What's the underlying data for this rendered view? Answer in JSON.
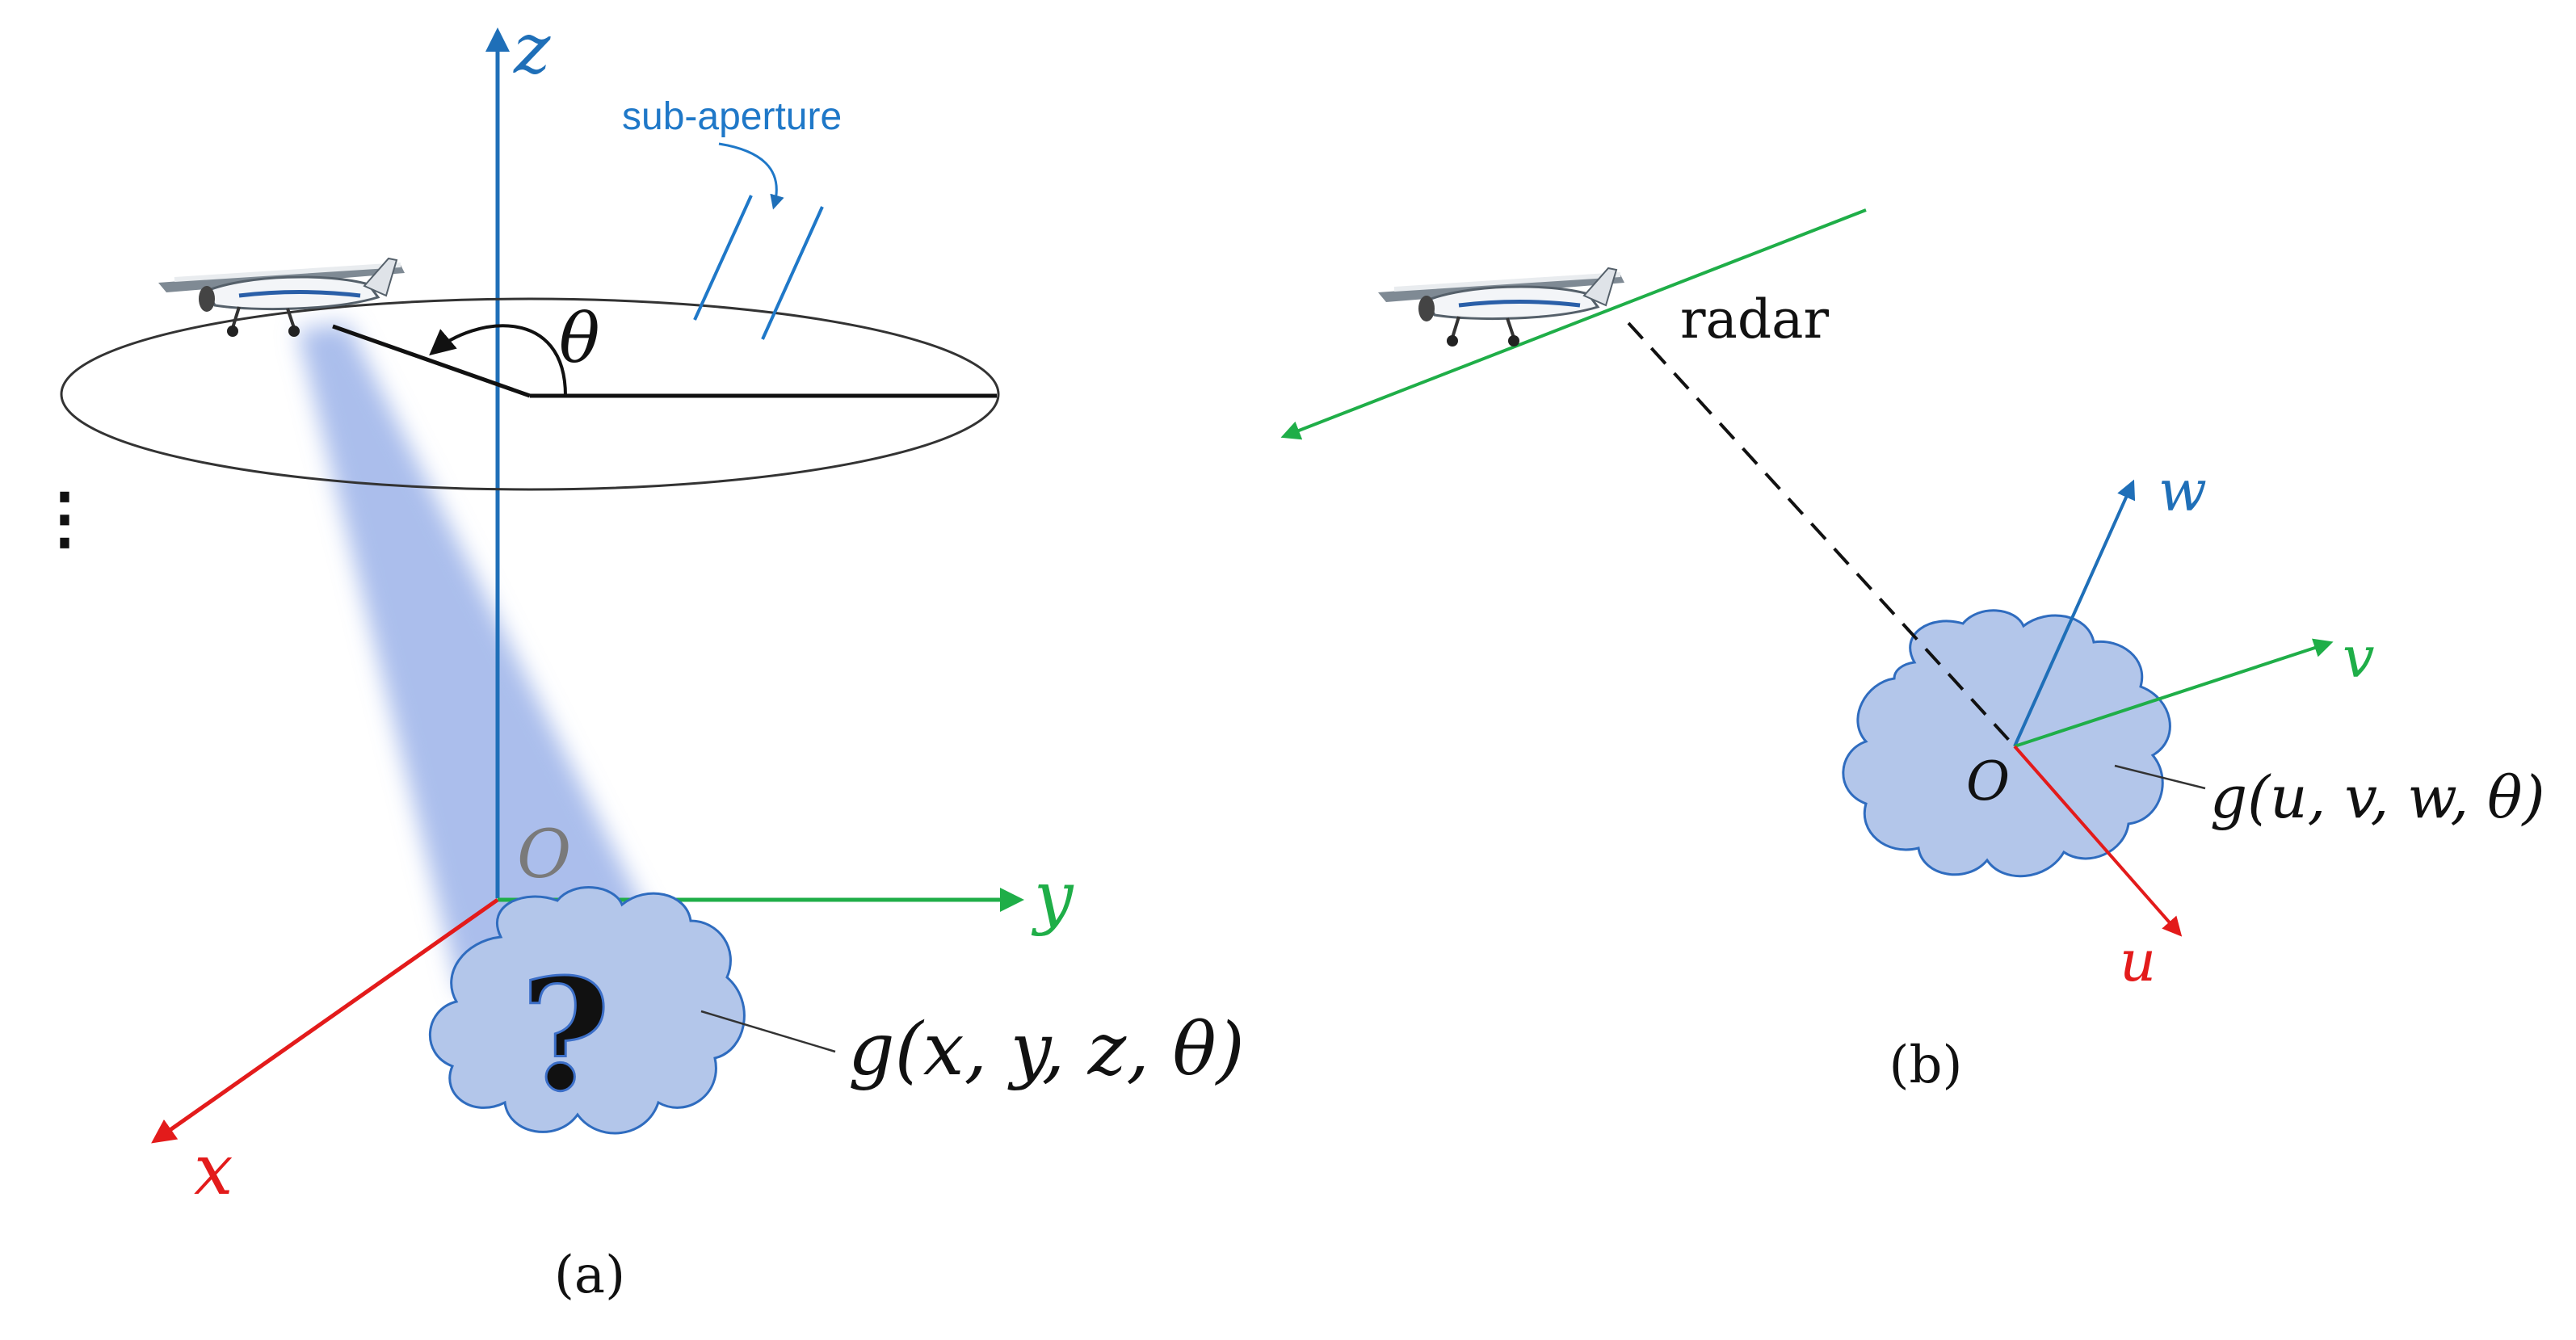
{
  "panel_a": {
    "axes": {
      "x": "x",
      "y": "y",
      "z": "z"
    },
    "origin": "O",
    "angle_label": "θ",
    "sub_aperture_label": "sub-aperture",
    "question_mark": "?",
    "function_label": "g(x, y, z, θ)",
    "ellipsis": "⋮",
    "caption": "(a)"
  },
  "panel_b": {
    "axes": {
      "u": "u",
      "v": "v",
      "w": "w"
    },
    "origin": "O",
    "radar_label": "radar",
    "function_label": "g(u, v, w, θ)",
    "caption": "(b)"
  },
  "colors": {
    "axis_x": "#e31b1b",
    "axis_y": "#1fae48",
    "axis_z": "#1f6fb8",
    "beam": "#8fa8e6",
    "cloud_fill": "#b3c6ea",
    "cloud_edge": "#2f6cbf",
    "aperture": "#1f78c8",
    "orbit": "#333333"
  },
  "icons": [
    "airplane-icon",
    "target-cloud-icon",
    "question-mark-icon",
    "curved-arrow-icon"
  ]
}
